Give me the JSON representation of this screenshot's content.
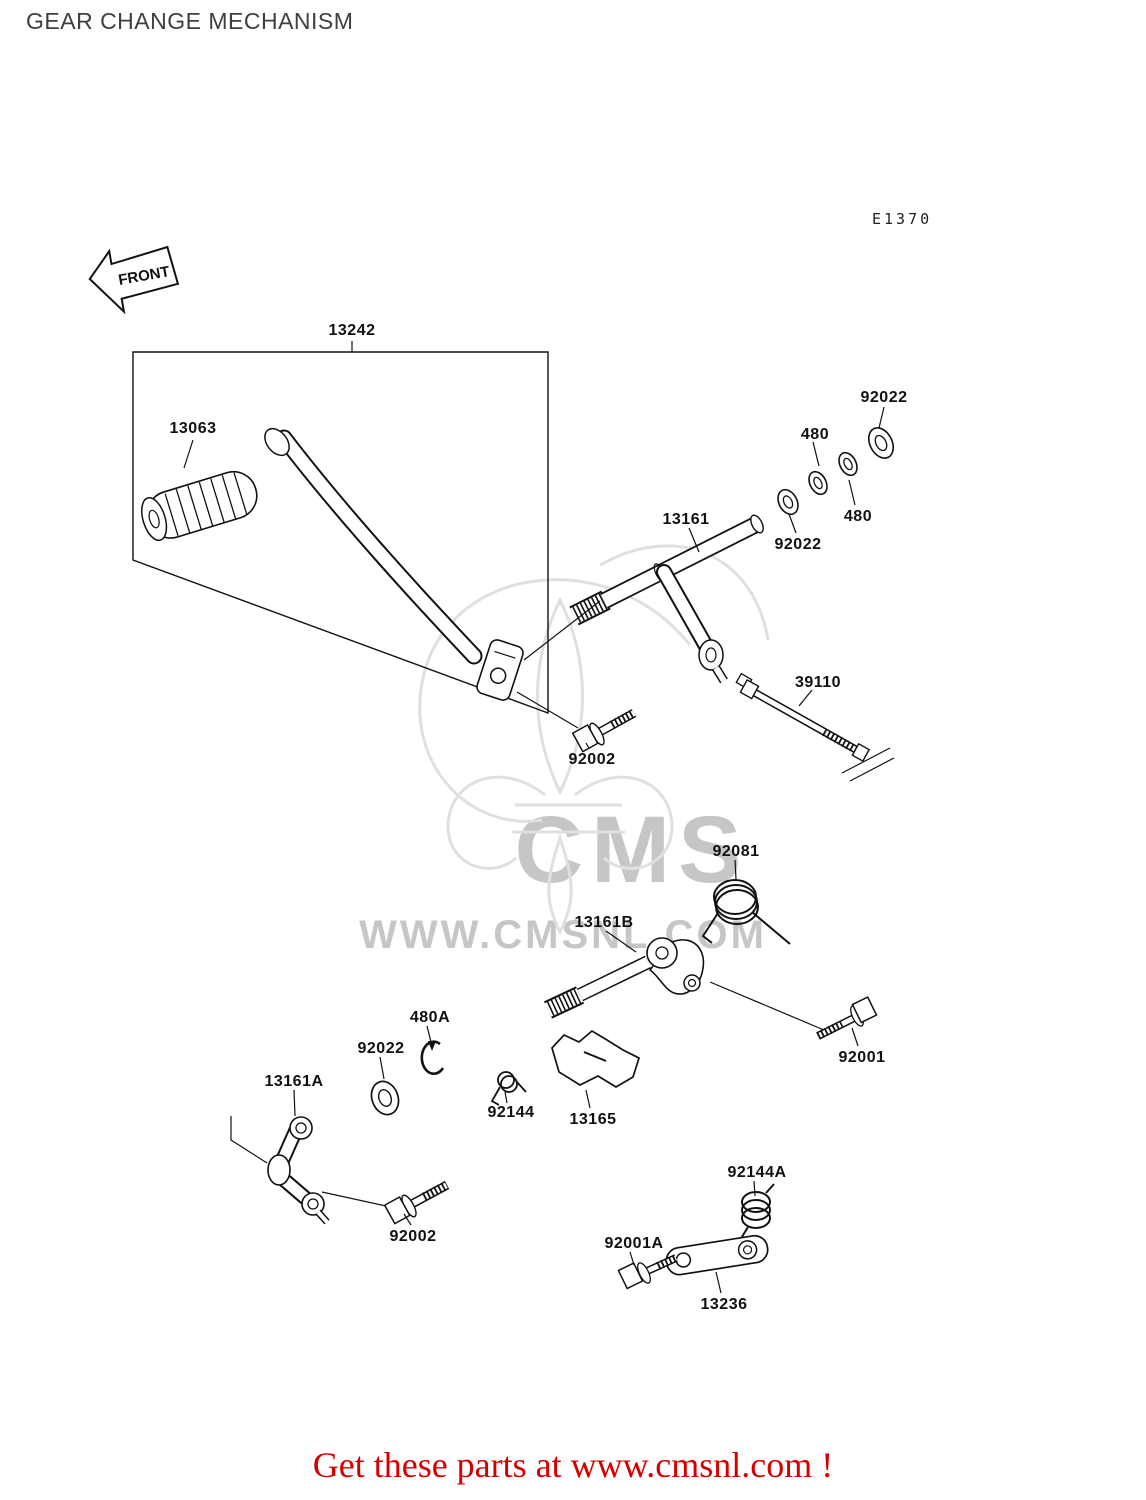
{
  "page": {
    "title": "GEAR CHANGE MECHANISM",
    "diagram_code": "E1370",
    "front_label": "FRONT",
    "footer_text": "Get these parts at www.cmsnl.com !"
  },
  "watermark": {
    "brand": "CMS",
    "url": "WWW.CMSNL.COM"
  },
  "colors": {
    "footer_red": "#d40000",
    "line_ink": "#1b1b1b",
    "watermark_gray": "#c6c6c6"
  },
  "part_labels": [
    {
      "text": "13242"
    },
    {
      "text": "13063"
    },
    {
      "text": "92022"
    },
    {
      "text": "480"
    },
    {
      "text": "13161"
    },
    {
      "text": "92022"
    },
    {
      "text": "480"
    },
    {
      "text": "39110"
    },
    {
      "text": "92002"
    },
    {
      "text": "92081"
    },
    {
      "text": "13161B"
    },
    {
      "text": "480A"
    },
    {
      "text": "92022"
    },
    {
      "text": "13161A"
    },
    {
      "text": "92144"
    },
    {
      "text": "13165"
    },
    {
      "text": "92001"
    },
    {
      "text": "92002"
    },
    {
      "text": "92144A"
    },
    {
      "text": "92001A"
    },
    {
      "text": "13236"
    }
  ]
}
